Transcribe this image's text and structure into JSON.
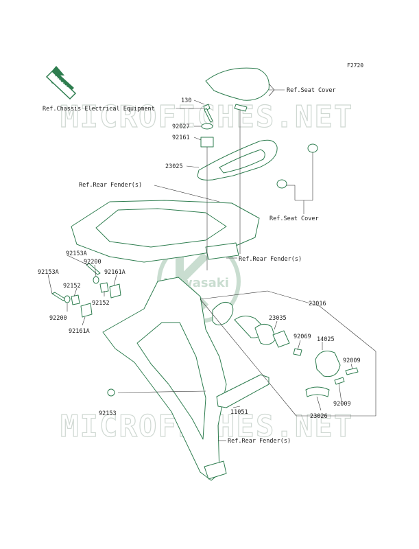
{
  "figure_code": "F2720",
  "front_indicator": "FRONT",
  "watermarks": [
    "MICROFICHES.NET",
    "MICROFICHES.NET"
  ],
  "logo_text": "Kawasaki",
  "labels": {
    "ref_seat_cover_top": "Ref.Seat Cover",
    "ref_chassis": "Ref.Chassis Electrical Equipment",
    "p130": "130",
    "p92027": "92027",
    "p92161": "92161",
    "p23025": "23025",
    "ref_rear_fender_1": "Ref.Rear Fender(s)",
    "ref_seat_cover_2": "Ref.Seat Cover",
    "ref_rear_fender_2": "Ref.Rear Fender(s)",
    "p92153A_1": "92153A",
    "p92200_1": "92200",
    "p92153A_2": "92153A",
    "p92161A_1": "92161A",
    "p92152_1": "92152",
    "p92152_2": "92152",
    "p92200_2": "92200",
    "p92161A_2": "92161A",
    "p23016": "23016",
    "p23035": "23035",
    "p92069": "92069",
    "p14025": "14025",
    "p92009_1": "92009",
    "p92009_2": "92009",
    "p23026": "23026",
    "p92153": "92153",
    "p11051": "11051",
    "ref_rear_fender_3": "Ref.Rear Fender(s)"
  }
}
